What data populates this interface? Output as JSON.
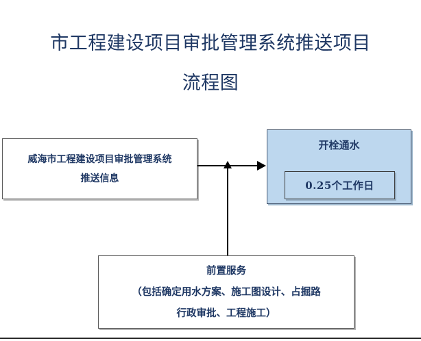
{
  "document": {
    "title_line_1": "市工程建设项目审批管理系统推送项目",
    "title_line_2": "流程图"
  },
  "flowchart": {
    "source_node": {
      "name": "威海市工程建设项目审批管理系统推送信息",
      "line_1": "威海市工程建设项目审批管理系统",
      "line_2": "推送信息",
      "fill_color": "#FFFFFF",
      "border_color": "#5A5A5A",
      "text_color": "#1F3864"
    },
    "process_node": {
      "header": "开栓通水",
      "duration": "0.25个工作日",
      "fill_color": "#BDD7EE",
      "border_color": "#44546A",
      "text_color": "#1F3864"
    },
    "pre_service_node": {
      "line_1": "前置服务",
      "line_2": "（包括确定用水方案、施工图设计、占掘路",
      "line_3": "行政审批、工程施工）",
      "fill_color": "#FFFFFF",
      "border_color": "#5A5A5A",
      "text_color": "#1F3864"
    },
    "connectors": [
      {
        "name": "source-to-process-arrow",
        "direction": "right",
        "from": "威海市工程建设项目审批管理系统推送信息",
        "to": "开栓通水"
      },
      {
        "name": "pre-service-to-flow-arrow",
        "direction": "up",
        "from": "前置服务",
        "to": "source-to-process-arrow"
      }
    ]
  }
}
